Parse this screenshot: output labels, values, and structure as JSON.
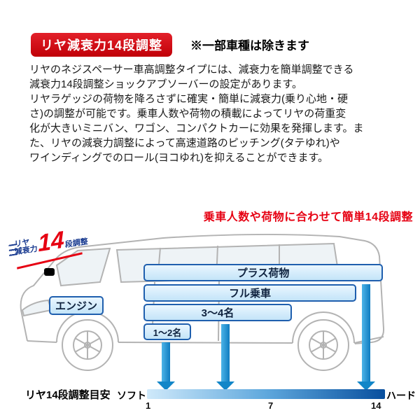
{
  "header": {
    "title": "リヤ減衰力14段調整",
    "note": "※一部車種は除きます"
  },
  "body": {
    "lines": [
      "リヤのネジスペーサー車高調整タイプには、減衰力を簡単調整できる",
      "減衰力14段調整ショックアブソーバーの設定があります。",
      "リヤラゲッジの荷物を降ろさずに確実・簡単に減衰力(乗り心地・硬",
      "さ)の調整が可能です。乗車人数や荷物の積載によってリヤの荷重変",
      "化が大きいミニバン、ワゴン、コンパクトカーに効果を発揮します。ま",
      "た、リヤの減衰力調整によって高速道路のピッチング(タテゆれ)や",
      "ワインディングでのロール(ヨコゆれ)を抑えることができます。"
    ]
  },
  "caption": "乗車人数や荷物に合わせて簡単14段調整",
  "diagram": {
    "badge": {
      "line1": "リヤ",
      "line2": "減衰力",
      "number": "14",
      "suffix": "段調整"
    },
    "engine_label": "エンジン",
    "bars": [
      {
        "label": "プラス荷物"
      },
      {
        "label": "フル乗車"
      },
      {
        "label": "3〜4名"
      },
      {
        "label": "1〜2名"
      }
    ]
  },
  "scale": {
    "title": "リヤ14段調整目安",
    "soft_label": "ソフト",
    "hard_label": "ハード",
    "ticks": [
      "1",
      "7",
      "14"
    ]
  },
  "colors": {
    "badge_red": "#d9000d",
    "caption_red": "#e60012",
    "bar_fill": "#d9edfb",
    "bar_border": "#1f5fae",
    "arrow_blue": "#1286c8",
    "scale_gradient_start": "#cfe9fa",
    "scale_gradient_end": "#084f9e"
  }
}
